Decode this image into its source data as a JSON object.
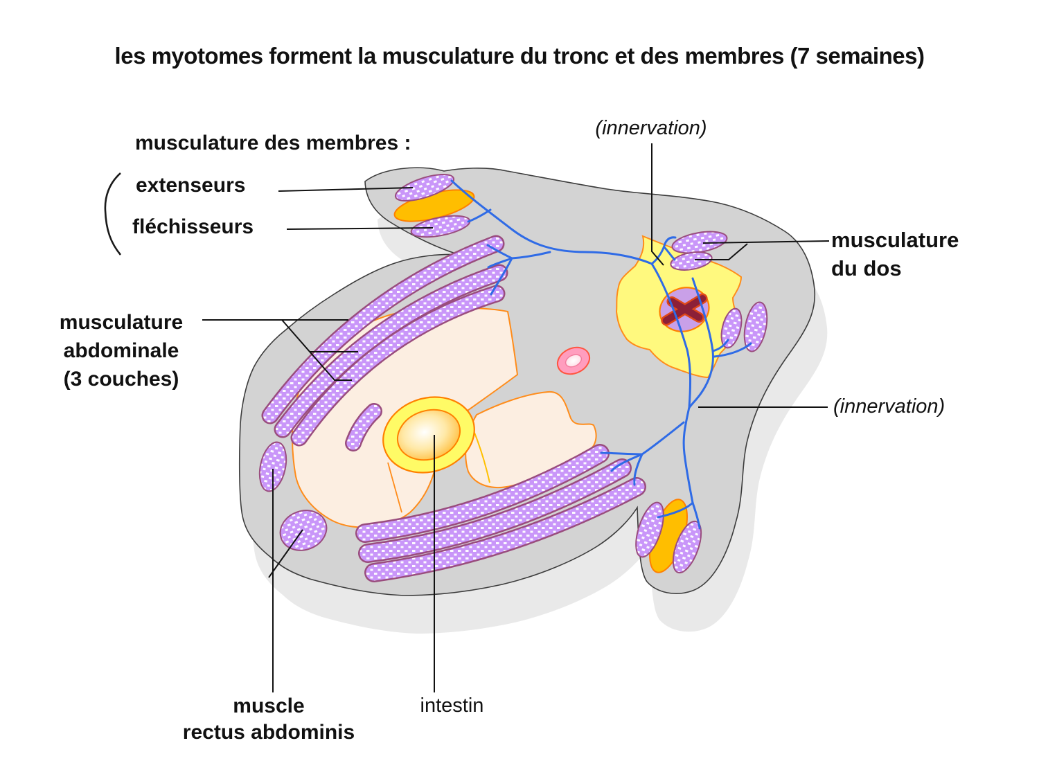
{
  "title": "les myotomes forment la musculature du tronc et des membres (7 semaines)",
  "labels": {
    "membres_header": "musculature des membres :",
    "extenseurs": "extenseurs",
    "flechisseurs": "fléchisseurs",
    "abdominale_line1": "musculature",
    "abdominale_line2": "abdominale",
    "abdominale_line3": "(3 couches)",
    "dos_line1": "musculature",
    "dos_line2": "du dos",
    "innervation_top": "(innervation)",
    "innervation_right": "(innervation)",
    "rectus_line1": "muscle",
    "rectus_line2": "rectus abdominis",
    "intestin": "intestin"
  },
  "colors": {
    "body_gray": "#D3D3D3",
    "body_outline": "#3C3C3C",
    "shadow_gray": "#E9E9E9",
    "cavity_peach": "#FCEEE1",
    "cavity_outline_orange": "#FF8C1A",
    "muscle_purple": "#C996F9",
    "muscle_border": "#9A4D7E",
    "bone_orange": "#FFBE00",
    "nerve_blue": "#2F6BE6",
    "sclerotome_yellow": "#FFF97E",
    "neural_tube_purple": "#C9A0E8",
    "neural_x_maroon": "#8C2038",
    "notochord_pink": "#FF9DBE",
    "gut_ring_yellow": "#FFFB66",
    "leader_black": "#111111"
  }
}
